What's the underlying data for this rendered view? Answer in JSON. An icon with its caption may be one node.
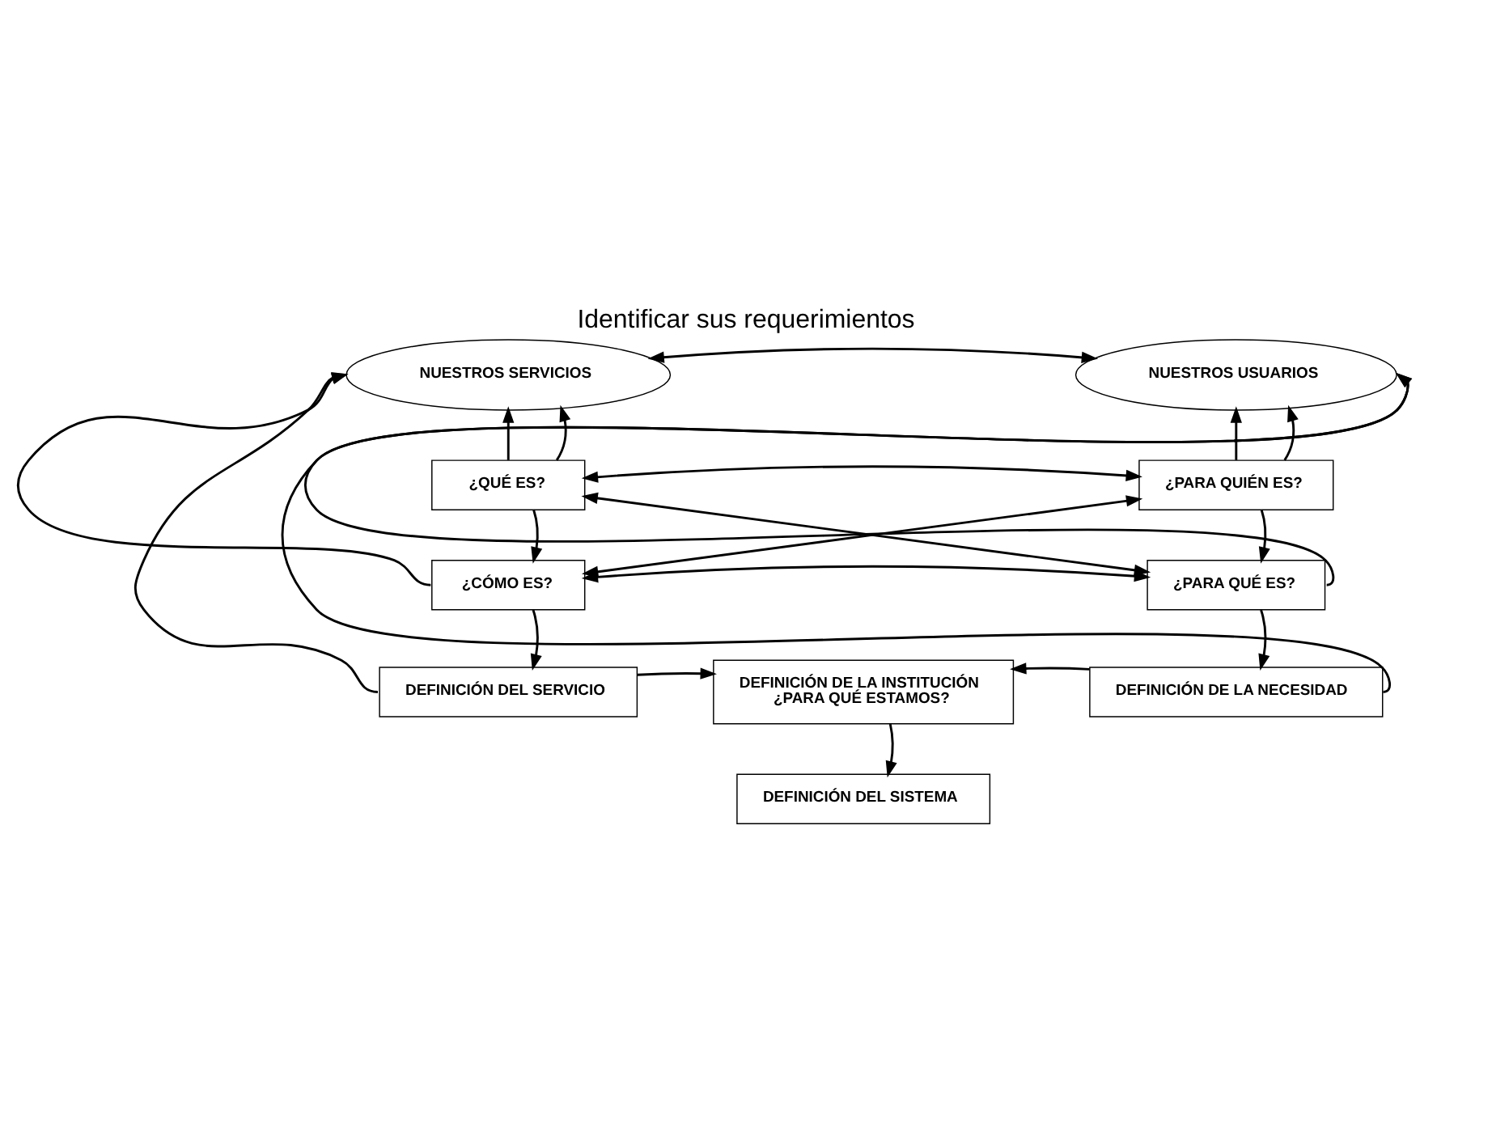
{
  "diagram": {
    "title": "Identificar sus requerimientos",
    "nodes": [
      {
        "text": [
          "NUESTROS SERVICIOS"
        ]
      },
      {
        "text": [
          "NUESTROS USUARIOS"
        ]
      },
      {
        "text": [
          "¿QUÉ ES?"
        ]
      },
      {
        "text": [
          "¿PARA QUIÉN ES?"
        ]
      },
      {
        "text": [
          "¿CÓMO ES?"
        ]
      },
      {
        "text": [
          "¿PARA QUÉ ES?"
        ]
      },
      {
        "text": [
          "DEFINICIÓN DEL SERVICIO"
        ]
      },
      {
        "text": [
          "DEFINICIÓN DE LA INSTITUCIÓN",
          "¿PARA QUÉ ESTAMOS?"
        ]
      },
      {
        "text": [
          "DEFINICIÓN DE LA NECESIDAD"
        ]
      },
      {
        "text": [
          "DEFINICIÓN DEL SISTEMA"
        ]
      }
    ],
    "edges": [
      {
        "from": 0,
        "to": 1,
        "arrow": "both"
      },
      {
        "from": 2,
        "to": 0,
        "arrow": "to"
      },
      {
        "from": 3,
        "to": 1,
        "arrow": "to"
      },
      {
        "from": 2,
        "to": 3,
        "arrow": "both"
      },
      {
        "from": 2,
        "to": 5,
        "arrow": "both"
      },
      {
        "from": 4,
        "to": 3,
        "arrow": "both"
      },
      {
        "from": 4,
        "to": 5,
        "arrow": "both"
      },
      {
        "from": 2,
        "to": 4,
        "arrow": "to"
      },
      {
        "from": 3,
        "to": 5,
        "arrow": "to"
      },
      {
        "from": 4,
        "to": 6,
        "arrow": "to"
      },
      {
        "from": 5,
        "to": 8,
        "arrow": "to"
      },
      {
        "from": 6,
        "to": 7,
        "arrow": "to"
      },
      {
        "from": 8,
        "to": 7,
        "arrow": "to"
      },
      {
        "from": 7,
        "to": 9,
        "arrow": "to"
      },
      {
        "from": 2,
        "to": 0,
        "arrow": "to"
      },
      {
        "from": 4,
        "to": 0,
        "arrow": "to"
      },
      {
        "from": 6,
        "to": 0,
        "arrow": "to"
      },
      {
        "from": 3,
        "to": 1,
        "arrow": "to"
      },
      {
        "from": 5,
        "to": 1,
        "arrow": "to"
      },
      {
        "from": 8,
        "to": 1,
        "arrow": "to"
      }
    ]
  }
}
